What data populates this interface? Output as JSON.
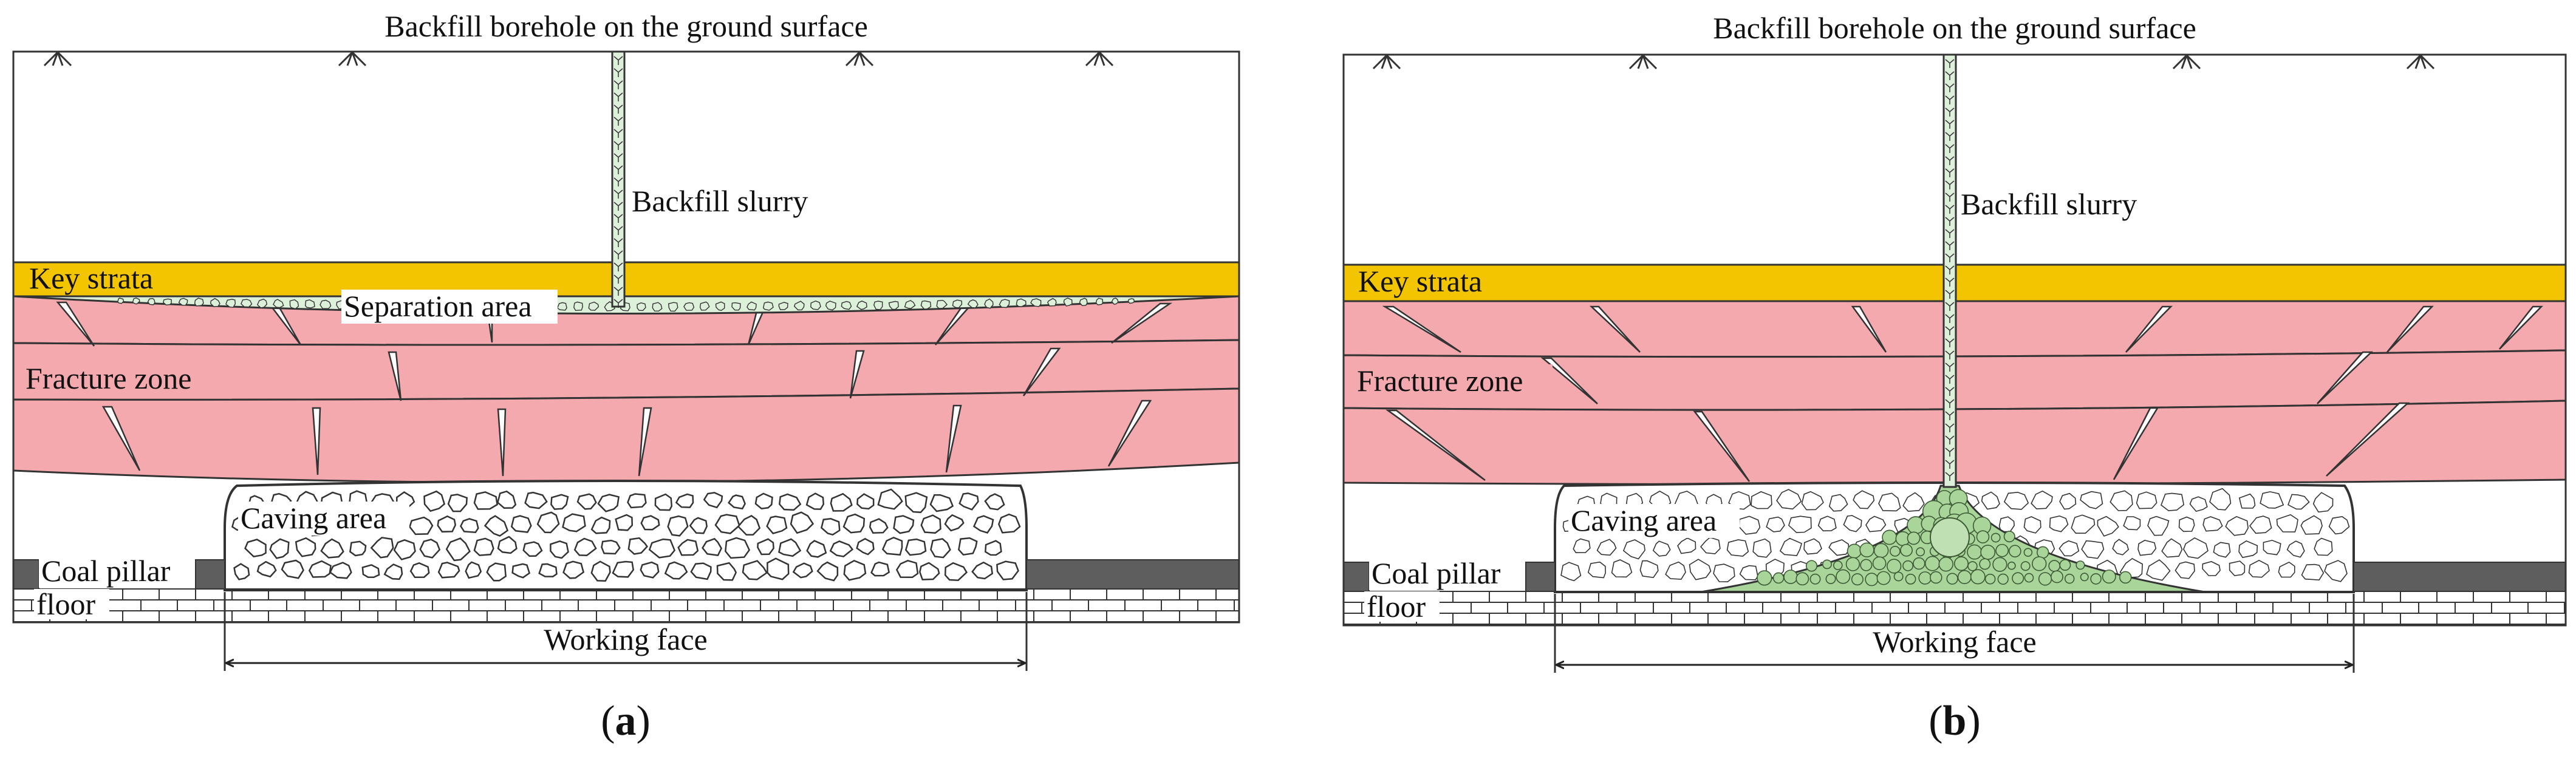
{
  "panels": [
    {
      "id": "a",
      "caption": "a",
      "title": "Backfill borehole on the ground surface",
      "labels": {
        "backfill_slurry": "Backfill slurry",
        "key_strata": "Key strata",
        "separation_area": "Separation area",
        "fracture_zone": "Fracture zone",
        "caving_area": "Caving area",
        "coal_pillar": "Coal pillar",
        "floor": "floor",
        "working_face": "Working face"
      }
    },
    {
      "id": "b",
      "caption": "b",
      "title": "Backfill borehole on the ground surface",
      "labels": {
        "backfill_slurry": "Backfill slurry",
        "key_strata": "Key strata",
        "fracture_zone": "Fracture zone",
        "caving_area": "Caving area",
        "coal_pillar": "Coal pillar",
        "floor": "floor",
        "working_face": "Working face"
      }
    }
  ],
  "colors": {
    "key_strata": "#F2C500",
    "fracture_zone": "#F4A9AE",
    "slurry_light": "#DDF0DA",
    "slurry_green": "#A9D59B",
    "coal_pillar": "#5E5E5E",
    "outline": "#333333"
  }
}
